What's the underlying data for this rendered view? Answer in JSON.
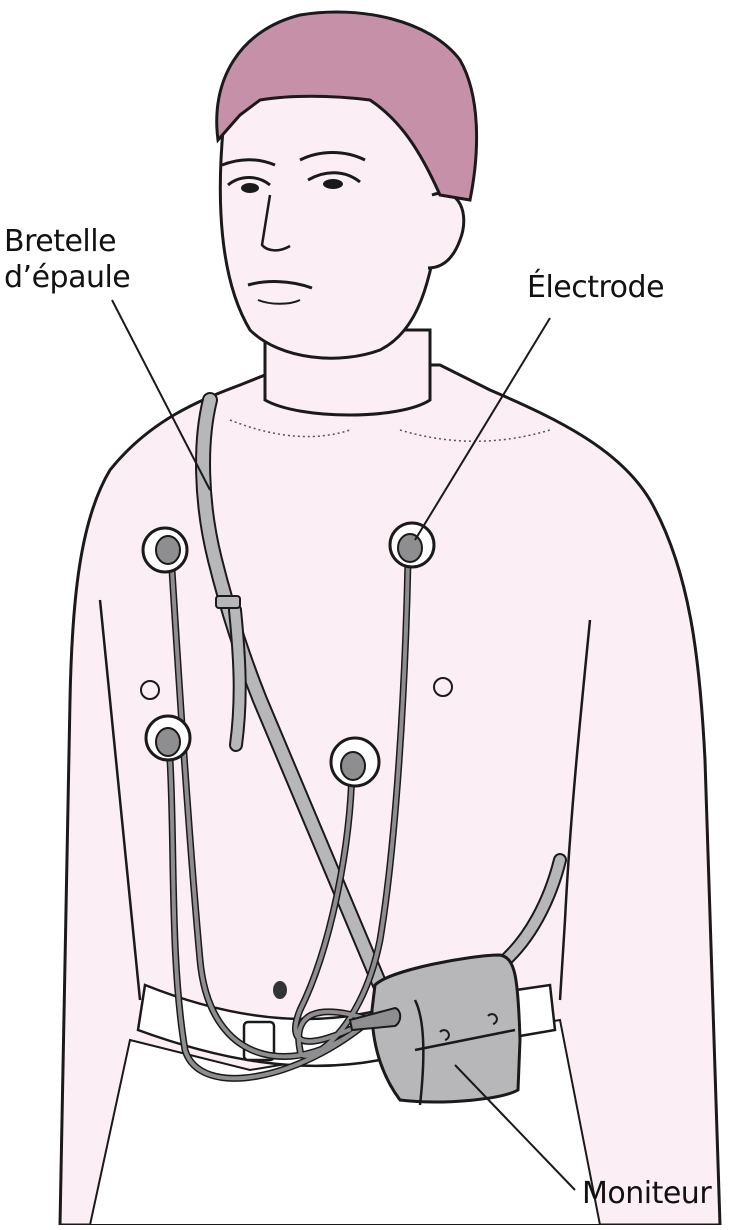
{
  "figure": {
    "subject": "Holter monitor worn on chest",
    "colors": {
      "skin": "#fbeef4",
      "hair": "#c690a8",
      "device": "#b7b7ba",
      "cable": "#8e8e90",
      "electrode_ring": "#ffffff",
      "outline": "#1a1a1a",
      "background": "#ffffff"
    }
  },
  "labels": {
    "strap_line1": "Bretelle",
    "strap_line2": "d’épaule",
    "electrode": "Électrode",
    "monitor": "Moniteur"
  }
}
